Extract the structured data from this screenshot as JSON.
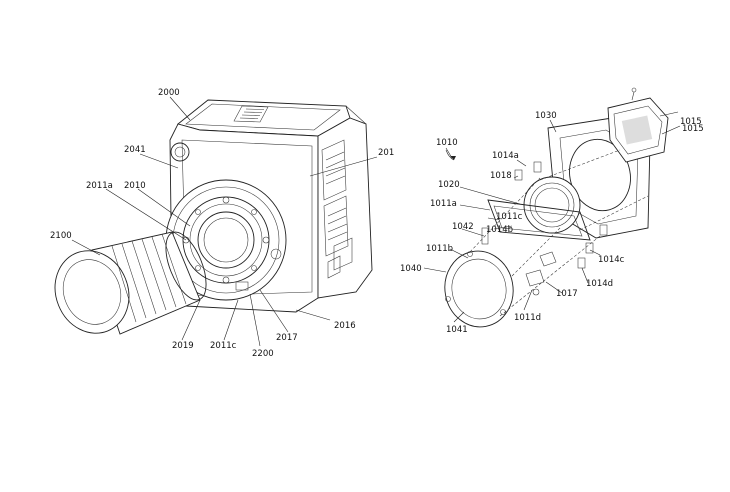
{
  "figure": {
    "left_labels": {
      "l2000": "2000",
      "l2041": "2041",
      "l201": "201",
      "l2011a": "2011a",
      "l2010": "2010",
      "l2100": "2100",
      "l2019": "2019",
      "l2011c": "2011c",
      "l2200": "2200",
      "l2017": "2017",
      "l2016": "2016"
    },
    "right_labels": {
      "l1010": "1010",
      "l1030": "1030",
      "l1015a": "1015",
      "l1015b": "1015",
      "l1014a": "1014a",
      "l1018": "1018",
      "l1020": "1020",
      "l1011a": "1011a",
      "l1011c": "1011c",
      "l1014b": "1014b",
      "l1042": "1042",
      "l1011b": "1011b",
      "l1040": "1040",
      "l1041": "1041",
      "l1011d": "1011d",
      "l1017": "1017",
      "l1014d": "1014d",
      "l1014c": "1014c"
    }
  }
}
